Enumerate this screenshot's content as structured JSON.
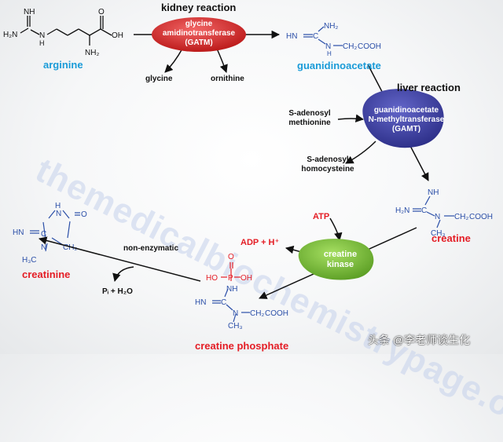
{
  "sections": {
    "kidney": "kidney reaction",
    "liver": "liver reaction"
  },
  "enzymes": {
    "gatm": "glycine\namidinotransferase\n(GATM)",
    "gamt": "guanidinoacetate\nN-methyltransferase\n(GAMT)",
    "ck": "creatine\nkinase"
  },
  "compounds": {
    "arginine": "arginine",
    "guanidinoacetate": "guanidinoacetate",
    "creatine": "creatine",
    "creatine_phosphate": "creatine phosphate",
    "creatinine": "creatinine"
  },
  "side_products": {
    "glycine": "glycine",
    "ornithine": "ornithine",
    "sam": "S-adenosyl\nmethionine",
    "sah": "S-adenosyl\nhomocysteine",
    "atp": "ATP",
    "adp": "ADP + H⁺",
    "pi_h2o": "Pᵢ + H₂O"
  },
  "labels": {
    "non_enzymatic": "non-enzymatic"
  },
  "watermark": "themedicalbiochemistrypage.org",
  "credit": "头条 @李老师谈生化",
  "colors": {
    "gatm": "#d42a2a",
    "gamt": "#3d3fa3",
    "ck": "#7cc13a",
    "blue_text": "#1a9bd8",
    "red_text": "#e41d25",
    "structure_blue": "#2b4fa8",
    "structure_red": "#e41d25"
  }
}
